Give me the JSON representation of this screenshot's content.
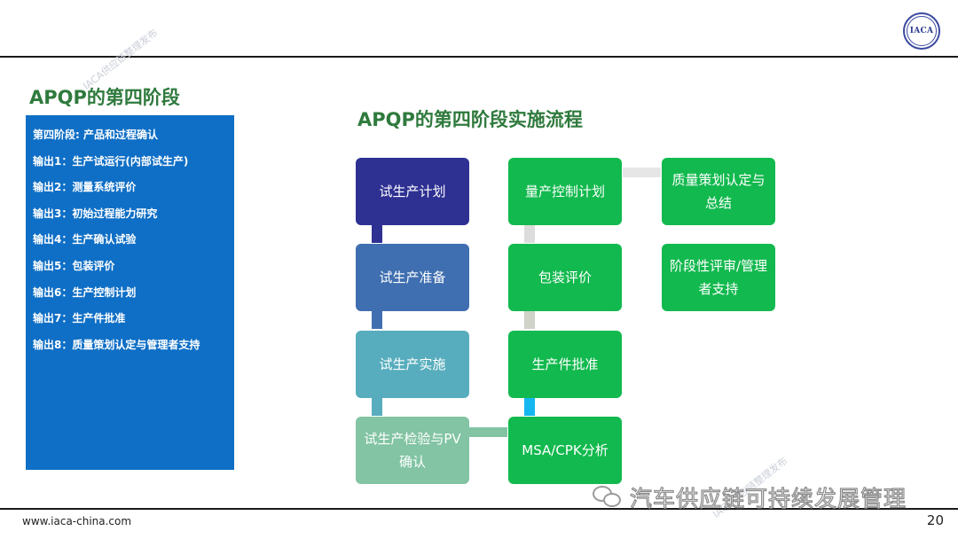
{
  "logo": {
    "text": "IACA"
  },
  "watermarks": {
    "top": "IACA供应链整理发布",
    "bottom": "IACA供应链整理发布"
  },
  "left": {
    "title": "APQP的第四阶段",
    "lines": [
      "第四阶段: 产品和过程确认",
      "输出1：生产试运行(内部试生产)",
      "输出2：测量系统评价",
      "输出3：初始过程能力研究",
      "输出4：生产确认试验",
      "输出5：包装评价",
      "输出6：生产控制计划",
      "输出7：生产件批准",
      "输出8：质量策划认定与管理者支持"
    ]
  },
  "flow": {
    "title": "APQP的第四阶段实施流程",
    "col1": [
      "试生产计划",
      "试生产准备",
      "试生产实施",
      "试生产检验与PV确认"
    ],
    "col2": [
      "量产控制计划",
      "包装评价",
      "生产件批准",
      "MSA/CPK分析"
    ],
    "col3": [
      "质量策划认定与总结",
      "阶段性评审/管理者支持"
    ],
    "colors": {
      "col1": [
        "#2e3192",
        "#3f6fb0",
        "#57adbd",
        "#82c4a3"
      ],
      "green": "#12b94e",
      "col1_connectors": [
        "#2e3192",
        "#3f6fb0",
        "#57adbd"
      ],
      "col2_connectors": [
        "#dcdcdc",
        "#cfd3c9",
        "#16b7f0"
      ],
      "cross_connector": "#82c4a3",
      "top_connector": "#e6e6e6"
    }
  },
  "footer": {
    "url": "www.iaca-china.com",
    "page": "20",
    "wechat_account": "汽车供应链可持续发展管理"
  }
}
